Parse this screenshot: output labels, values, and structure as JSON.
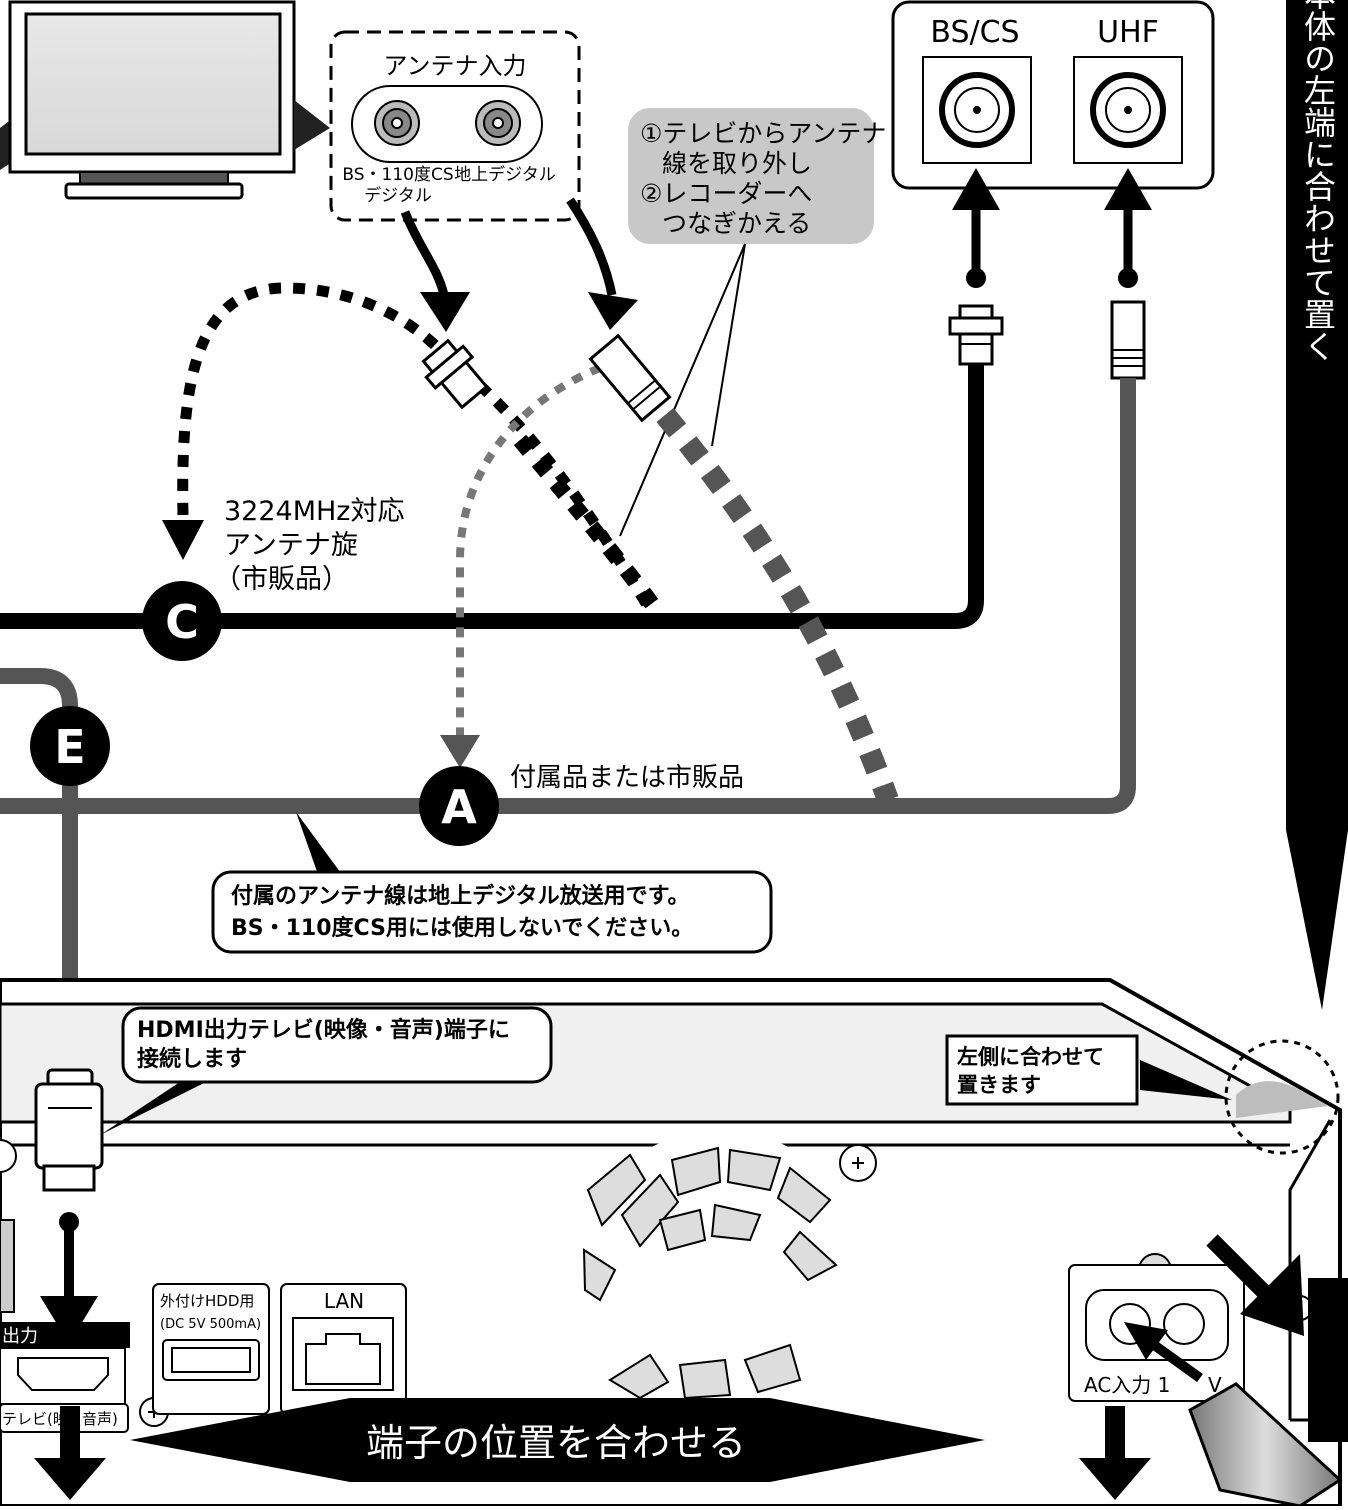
{
  "tv_antenna_input": {
    "title": "アンテナ入力",
    "bs_label_1": "BS・110度CS",
    "bs_label_2": "デジタル",
    "terrestrial_label": "地上デジタル"
  },
  "instruction_box": {
    "line1": "①テレビからアンテナ",
    "line2": "線を取り外し",
    "line3": "②レコーダーへ",
    "line4": "つなぎかえる"
  },
  "recorder_antenna_terminals": {
    "bs_cs": "BS/CS",
    "uhf": "UHF"
  },
  "side_banner": {
    "text": "レコーダー本体の左端に合わせて置く"
  },
  "cable_c": {
    "badge": "C",
    "label1": "3224MHz対応",
    "label2": "アンテナ旋",
    "label3": "（市販品）"
  },
  "cable_a": {
    "badge": "A",
    "label": "付属品または市販品"
  },
  "cable_e": {
    "badge": "E"
  },
  "notice_antenna": {
    "line1": "付属のアンテナ線は地上デジタル放送用です。",
    "line2": "BS・110度CS用には使用しないでください。"
  },
  "notice_hdmi": {
    "line1": "HDMI出力テレビ(映像・音声)端子に",
    "line2": "接続します"
  },
  "notice_left": {
    "line1": "左側に合わせて",
    "line2": "置きます"
  },
  "recorder_rear": {
    "hdmi_label": "出力",
    "hdmi_sub": "テレビ(映",
    "hdmi_sub2": "音声)",
    "hdd_label": "外付けHDD用",
    "hdd_sub": "(DC 5V 500mA)",
    "lan_label": "LAN",
    "ac_label": "AC入力 1",
    "ac_label2": "V"
  },
  "bottom_banner": {
    "text": "端子の位置を合わせる"
  },
  "colors": {
    "black": "#000000",
    "dark_gray_cable": "#555555",
    "gray_fill": "#c8c8c8",
    "light_gray": "#e6e6e6"
  }
}
